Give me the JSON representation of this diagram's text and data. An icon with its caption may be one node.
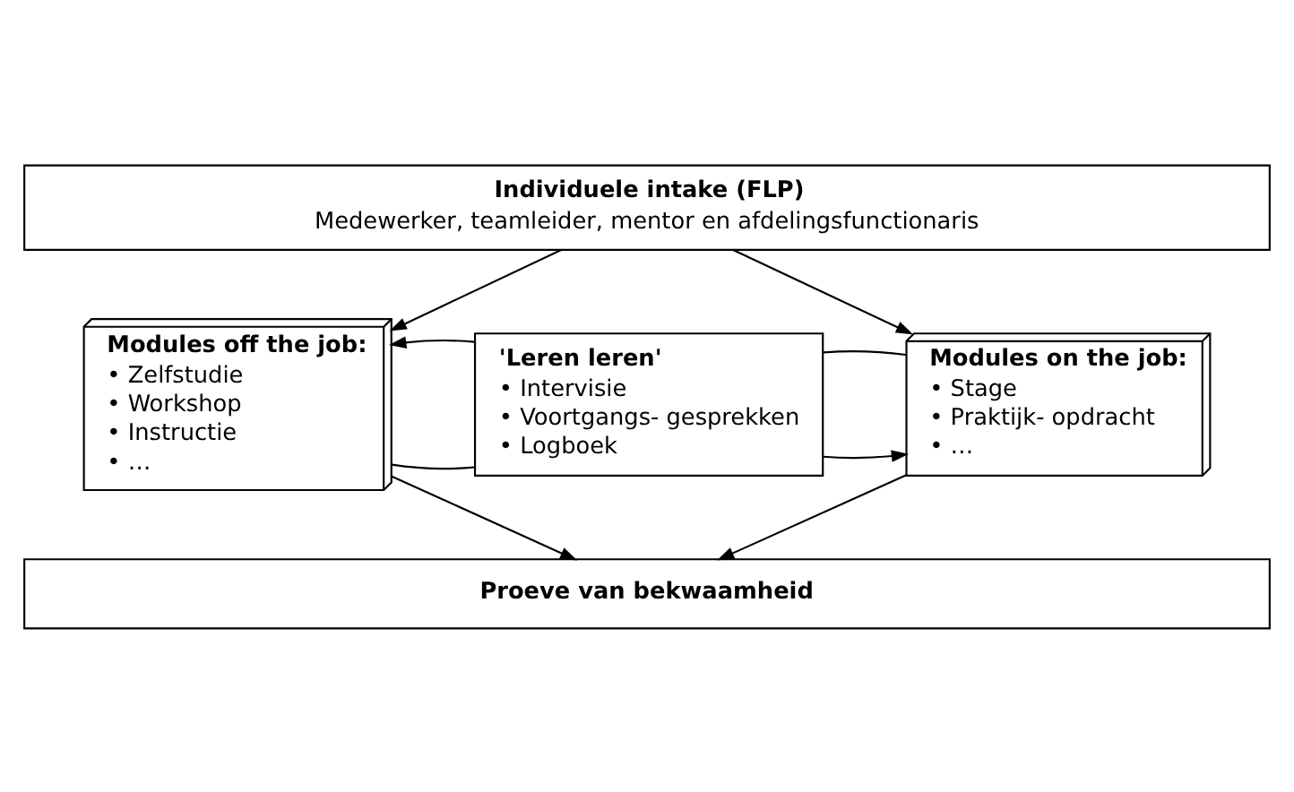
{
  "diagram": {
    "nodes": [
      {
        "text": [
          "Individuele intake (FLP)",
          "Medewerker, teamleider, mentor en afdelingsfunctionaris"
        ]
      },
      {
        "text": [
          "Modules off the job:",
          "• Zelfstudie",
          "• Workshop",
          "• Instructie",
          "• …"
        ]
      },
      {
        "text": [
          "'Leren leren'",
          "• Intervisie",
          "• Voortgangs- gesprekken",
          "• Logboek"
        ]
      },
      {
        "text": [
          "Modules on the job:",
          "• Stage",
          "• Praktijk- opdracht",
          "• …"
        ]
      },
      {
        "text": [
          "Proeve van bekwaamheid"
        ]
      }
    ],
    "edges": [
      {
        "from": 0,
        "to": 1,
        "arrow": "to"
      },
      {
        "from": 0,
        "to": 3,
        "arrow": "to"
      },
      {
        "from": 1,
        "to": 2,
        "arrow": "none"
      },
      {
        "from": 2,
        "to": 3,
        "arrow": "to"
      },
      {
        "from": 3,
        "to": 2,
        "arrow": "none"
      },
      {
        "from": 2,
        "to": 1,
        "arrow": "to"
      },
      {
        "from": 1,
        "to": 4,
        "arrow": "to"
      },
      {
        "from": 3,
        "to": 4,
        "arrow": "to"
      }
    ]
  }
}
